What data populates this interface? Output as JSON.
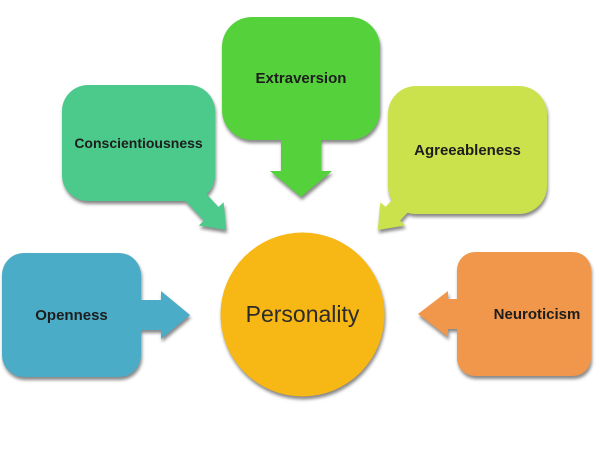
{
  "diagram": {
    "center": {
      "id": "personality",
      "label": "Personality",
      "color": "#F7B714",
      "shape": "circle"
    },
    "nodes": [
      {
        "id": "extraversion",
        "label": "Extraversion",
        "color": "#55D13C",
        "arrow": "down",
        "points_to": "Personality"
      },
      {
        "id": "conscientiousness",
        "label": "Conscientiousness",
        "color": "#4CCA8C",
        "arrow": "down-right",
        "points_to": "Personality"
      },
      {
        "id": "agreeableness",
        "label": "Agreeableness",
        "color": "#CBE24C",
        "arrow": "down-left",
        "points_to": "Personality"
      },
      {
        "id": "openness",
        "label": "Openness",
        "color": "#4AACC6",
        "arrow": "right",
        "points_to": "Personality"
      },
      {
        "id": "neuroticism",
        "label": "Neuroticism",
        "color": "#F0974B",
        "arrow": "left",
        "points_to": "Personality"
      }
    ],
    "background": "#FFFFFF",
    "text_color": "#1D1D1D"
  }
}
